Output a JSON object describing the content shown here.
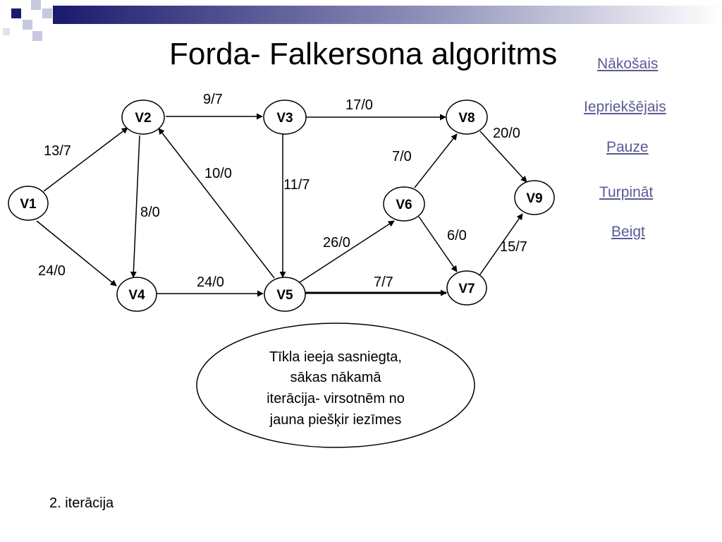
{
  "slide": {
    "title": "Forda- Falkersona algoritms",
    "iteration_label": "2. iterācija",
    "accent_color": "#1a1a6e"
  },
  "nav": {
    "next": "Nākošais",
    "previous": "Iepriekšējais",
    "pause": "Pauze ",
    "resume": "Turpināt ",
    "end": "Beigt"
  },
  "graph": {
    "nodes": [
      {
        "id": "V1",
        "label": "V1"
      },
      {
        "id": "V2",
        "label": "V2"
      },
      {
        "id": "V3",
        "label": "V3"
      },
      {
        "id": "V4",
        "label": "V4"
      },
      {
        "id": "V5",
        "label": "V5"
      },
      {
        "id": "V6",
        "label": "V6"
      },
      {
        "id": "V7",
        "label": "V7"
      },
      {
        "id": "V8",
        "label": "V8"
      },
      {
        "id": "V9",
        "label": "V9"
      }
    ],
    "edges": [
      {
        "from": "V1",
        "to": "V2",
        "label": "13/7"
      },
      {
        "from": "V1",
        "to": "V4",
        "label": "24/0"
      },
      {
        "from": "V2",
        "to": "V3",
        "label": "9/7"
      },
      {
        "from": "V2",
        "to": "V4",
        "label": "8/0"
      },
      {
        "from": "V5",
        "to": "V2",
        "label": "10/0"
      },
      {
        "from": "V3",
        "to": "V8",
        "label": "17/0"
      },
      {
        "from": "V3",
        "to": "V5",
        "label": "11/7"
      },
      {
        "from": "V4",
        "to": "V5",
        "label": "24/0"
      },
      {
        "from": "V5",
        "to": "V6",
        "label": "26/0"
      },
      {
        "from": "V5",
        "to": "V7",
        "label": "7/7"
      },
      {
        "from": "V6",
        "to": "V8",
        "label": "7/0"
      },
      {
        "from": "V6",
        "to": "V7",
        "label": "6/0"
      },
      {
        "from": "V8",
        "to": "V9",
        "label": "20/0"
      },
      {
        "from": "V7",
        "to": "V9",
        "label": "15/7"
      }
    ]
  },
  "callout": {
    "lines": [
      "Tīkla ieeja sasniegta,",
      "sākas nākamā",
      "iterācija- virsotnēm no",
      "jauna piešķir iezīmes"
    ]
  }
}
